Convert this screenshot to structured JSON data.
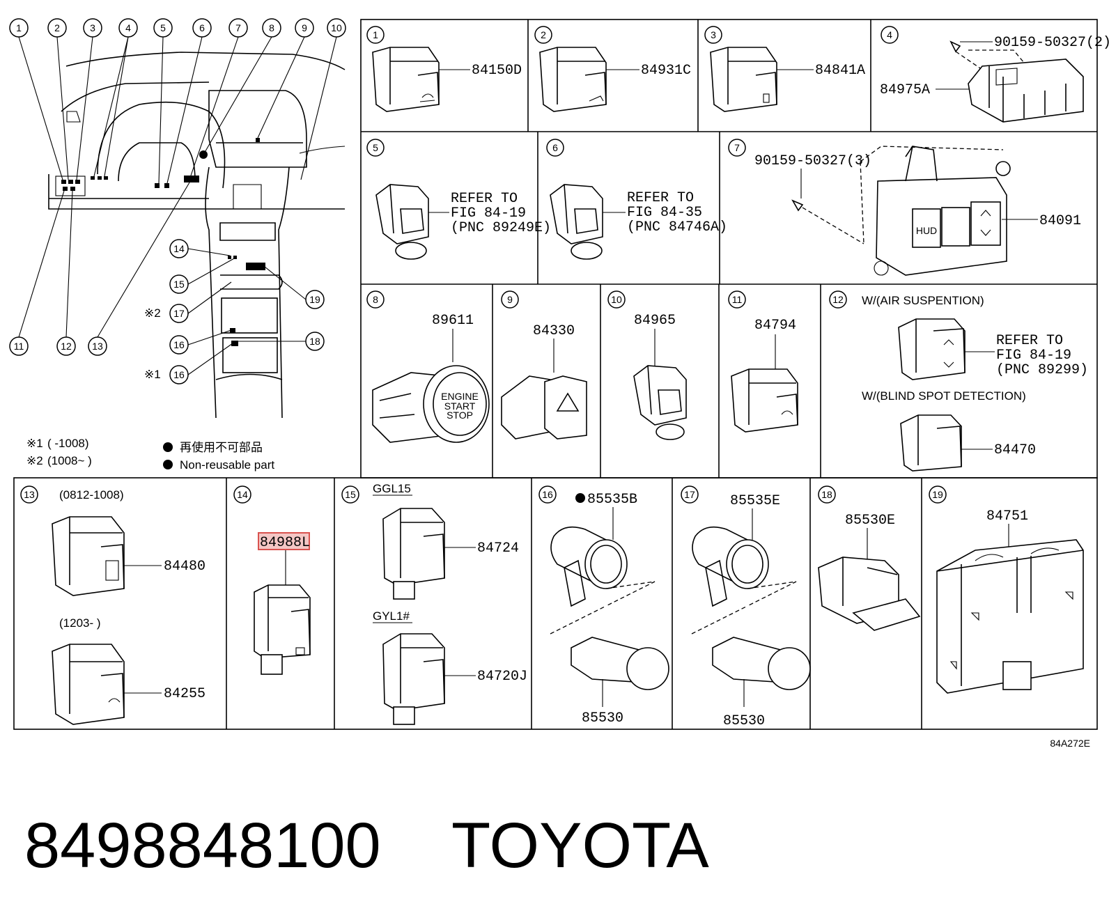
{
  "callouts": [
    "1",
    "2",
    "3",
    "4",
    "5",
    "6",
    "7",
    "8",
    "9",
    "10",
    "11",
    "12",
    "13",
    "14",
    "15",
    "16",
    "17",
    "18",
    "19"
  ],
  "overview": {
    "callout_marks": [
      "※2",
      "※1"
    ],
    "notes": [
      {
        "mark": "※1",
        "text": "(     -1008)"
      },
      {
        "mark": "※2",
        "text": "(1008~     )"
      }
    ],
    "legend_jp": "再使用不可部品",
    "legend_en": "Non-reusable part"
  },
  "panels": {
    "p1": {
      "num": "1",
      "part": "84150D"
    },
    "p2": {
      "num": "2",
      "part": "84931C"
    },
    "p3": {
      "num": "3",
      "part": "84841A"
    },
    "p4": {
      "num": "4",
      "part": "84975A",
      "bolt": "90159-50327(2)"
    },
    "p5": {
      "num": "5",
      "ref": [
        "REFER TO",
        "FIG 84-19",
        "(PNC 89249E)"
      ]
    },
    "p6": {
      "num": "6",
      "ref": [
        "REFER TO",
        "FIG 84-35",
        "(PNC 84746A)"
      ]
    },
    "p7": {
      "num": "7",
      "part": "84091",
      "bolt": "90159-50327(3)",
      "label": "HUD"
    },
    "p8": {
      "num": "8",
      "part": "89611",
      "label": [
        "ENGINE",
        "START",
        "STOP"
      ]
    },
    "p9": {
      "num": "9",
      "part": "84330"
    },
    "p10": {
      "num": "10",
      "part": "84965"
    },
    "p11": {
      "num": "11",
      "part": "84794"
    },
    "p12": {
      "num": "12",
      "cond1": "W/(AIR SUSPENTION)",
      "ref": [
        "REFER TO",
        "FIG 84-19",
        "(PNC 89299)"
      ],
      "cond2": "W/(BLIND SPOT DETECTION)",
      "part": "84470"
    },
    "p13": {
      "num": "13",
      "range1": "(0812-1008)",
      "part1": "84480",
      "range2": "(1203-     )",
      "part2": "84255"
    },
    "p14": {
      "num": "14",
      "part": "84988L"
    },
    "p15": {
      "num": "15",
      "code1": "GGL15",
      "part1": "84724",
      "code2": "GYL1#",
      "part2": "84720J"
    },
    "p16": {
      "num": "16",
      "part1": "85535B",
      "part2": "85530"
    },
    "p17": {
      "num": "17",
      "part1": "85535E",
      "part2": "85530"
    },
    "p18": {
      "num": "18",
      "part": "85530E"
    },
    "p19": {
      "num": "19",
      "part": "84751"
    }
  },
  "figure_code": "84A272E",
  "caption": {
    "part_number": "8498848100",
    "brand": "TOYOTA"
  },
  "colors": {
    "highlight": "#d9534f"
  }
}
